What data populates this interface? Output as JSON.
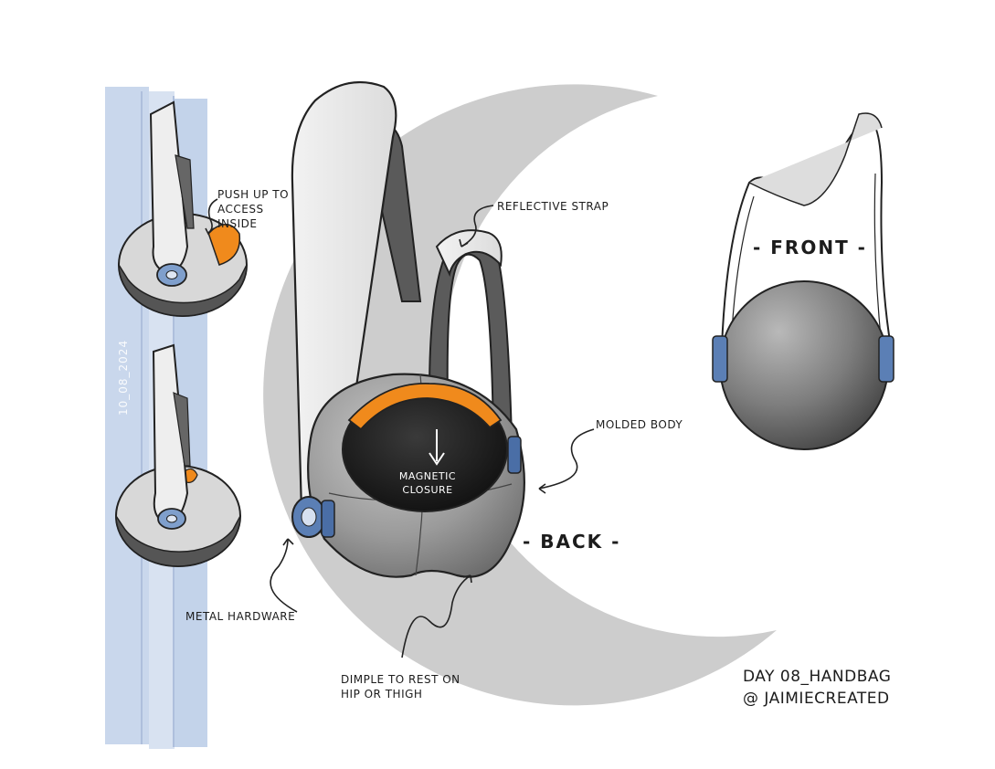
{
  "sketch": {
    "date_stamp": "10_08_2024",
    "annotations": {
      "push_up": "Push up to access inside",
      "reflective_strap": "Reflective strap",
      "molded_body": "Molded body",
      "magnetic_closure": "Magnetic closure",
      "metal_hardware": "Metal hardware",
      "dimple": "Dimple to rest on hip or thigh"
    },
    "views": {
      "back": "- Back -",
      "front": "- Front -"
    },
    "signature": {
      "line1": "Day 08_Handbag",
      "line2": "@ Jaimiecreated"
    }
  },
  "colors": {
    "accent_orange": "#f08a1c",
    "hardware_blue": "#5b7fb5",
    "panel_blue": "#c7d6ec",
    "moon_grey": "#cfcfcf",
    "body_grey": "#8e8e8e"
  }
}
